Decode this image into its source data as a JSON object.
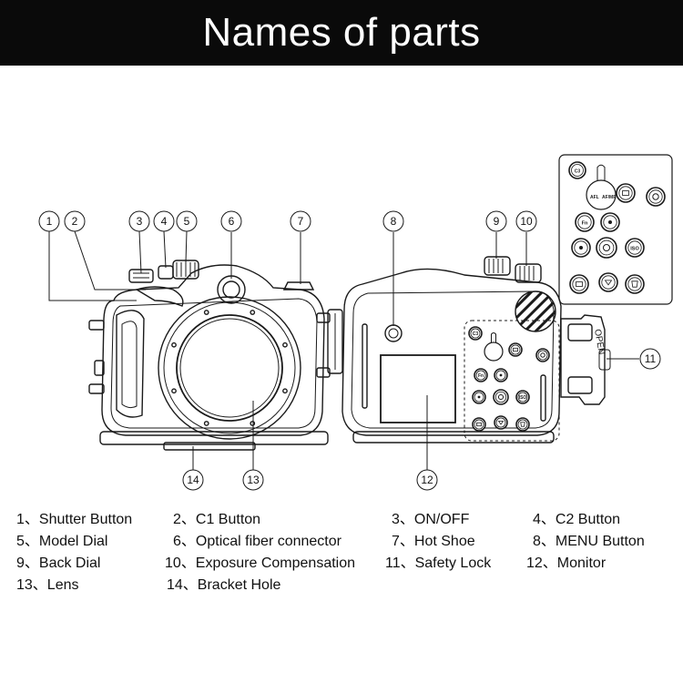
{
  "title": "Names of parts",
  "callouts": [
    "1",
    "2",
    "3",
    "4",
    "5",
    "6",
    "7",
    "8",
    "9",
    "10",
    "11",
    "12",
    "13",
    "14"
  ],
  "legend": [
    "1、Shutter Button",
    "2、C1 Button",
    "3、ON/OFF",
    "4、C2 Button",
    "5、Model Dial",
    "6、Optical fiber connector",
    "7、Hot Shoe",
    "8、MENU Button",
    "9、Back Dial",
    "10、Exposure Compensation",
    "11、Safety Lock",
    "12、Monitor",
    "13、Lens",
    "14、Bracket Hole"
  ],
  "button_labels": {
    "c3": "C3",
    "fn": "Fn",
    "iso": "ISO",
    "afl": "AFL",
    "mf": "AF/MF",
    "open": "OPEN"
  }
}
